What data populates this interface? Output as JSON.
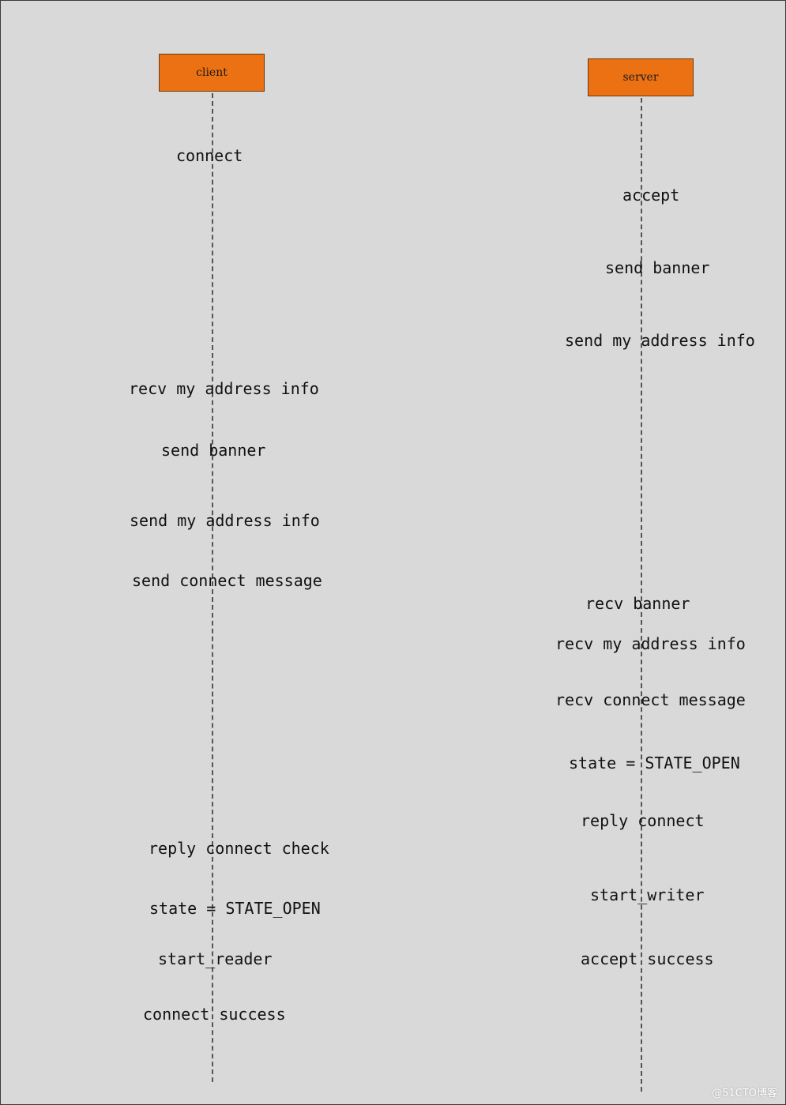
{
  "actors": {
    "client": "client",
    "server": "server"
  },
  "client_steps": [
    "connect",
    "recv my address info",
    "send banner",
    "send my address info",
    "send connect message",
    "reply connect check",
    "state = STATE_OPEN",
    "start_reader",
    "connect success"
  ],
  "server_steps": [
    "accept",
    "send banner",
    "send my address info",
    "recv banner",
    "recv my address info",
    "recv connect message",
    "state = STATE_OPEN",
    "reply connect",
    "start_writer",
    "accept success"
  ],
  "watermark": "@51CTO博客",
  "colors": {
    "actor_fill": "#ec7112",
    "background": "#d9d9d9",
    "lifeline": "#555555"
  }
}
